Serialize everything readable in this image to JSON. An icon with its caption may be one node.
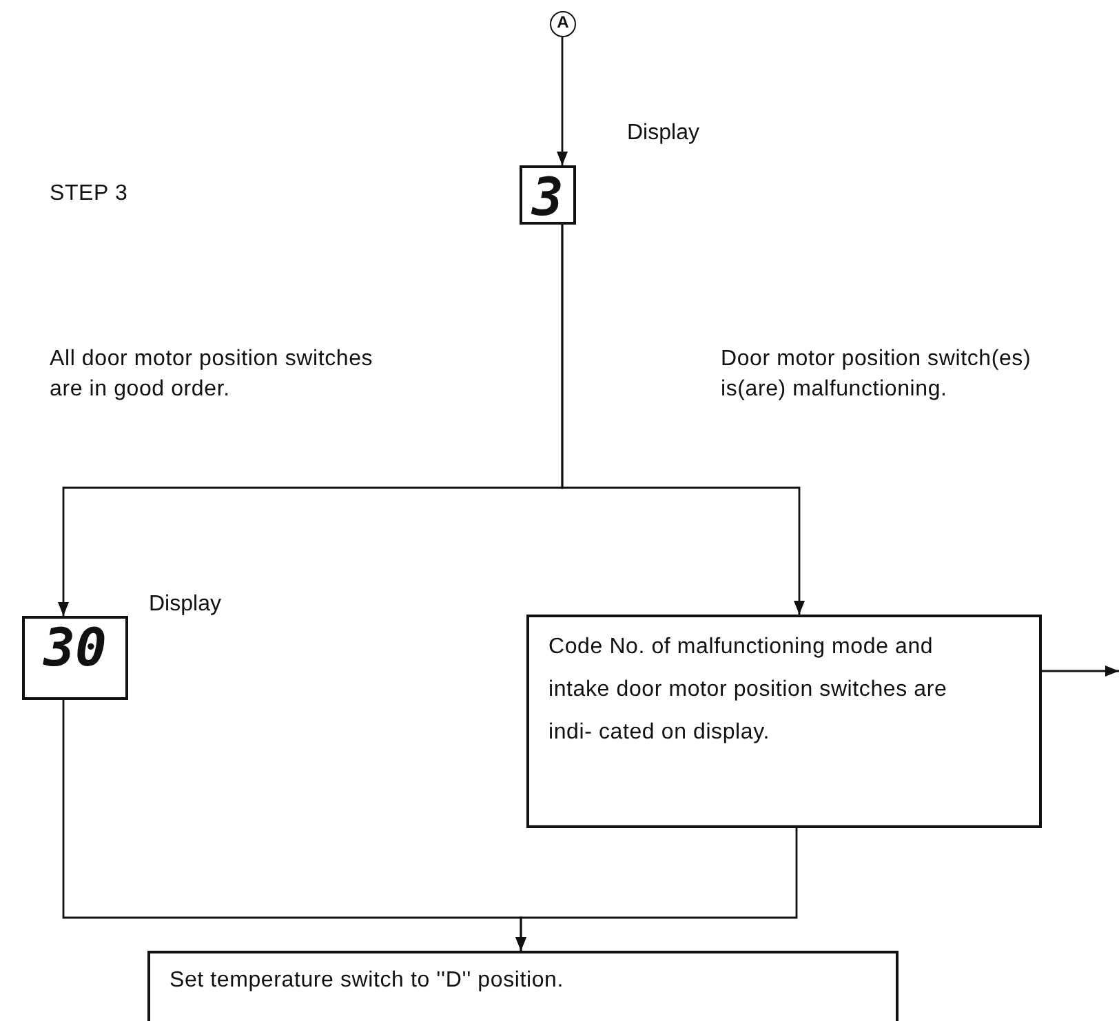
{
  "diagram": {
    "nodes": [
      {
        "text": [
          "A"
        ]
      },
      {
        "text": [
          "3"
        ],
        "beside": [
          "Display"
        ]
      },
      {
        "text": [
          "30"
        ],
        "beside": [
          "Display"
        ]
      },
      {
        "text": [
          "Code No. of malfunctioning mode and intake door motor position switches are indi- cated on display."
        ]
      },
      {
        "text": [
          "Set temperature switch to ''D'' position."
        ]
      }
    ],
    "edges": [
      {
        "from": 0,
        "to": 1,
        "arrow": "to"
      },
      {
        "from": 1,
        "to": 2,
        "arrow": "to"
      },
      {
        "from": 1,
        "to": 3,
        "arrow": "to"
      },
      {
        "from": 2,
        "to": 4,
        "arrow": "to"
      },
      {
        "from": 3,
        "to": 4,
        "arrow": "to"
      },
      {
        "from": 3,
        "to": null,
        "arrow": "to"
      }
    ],
    "labels": [
      "STEP 3",
      "All door motor position switches are in good order.",
      "Door motor position switch(es) is(are) malfunctioning."
    ]
  }
}
